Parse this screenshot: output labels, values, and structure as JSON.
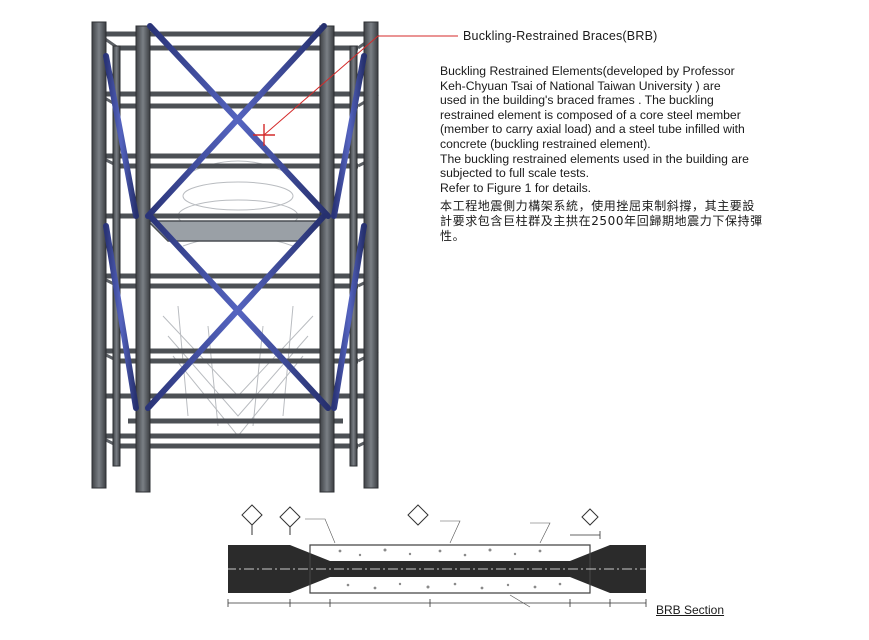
{
  "callout": {
    "label": "Buckling-Restrained Braces(BRB)"
  },
  "description": {
    "lines": [
      "Buckling Restrained Elements(developed by Professor",
      "Keh-Chyuan Tsai of National Taiwan University )  are",
      "used in the building's braced frames . The buckling",
      "restrained element is composed of a core steel member",
      "(member to carry axial load) and a steel tube infilled with",
      "concrete (buckling restrained element).",
      "The buckling restrained elements used in the building are",
      "subjected to full scale tests.",
      "Refer to Figure 1 for details."
    ]
  },
  "chinese_text": {
    "lines": [
      "本工程地震側力構架系統，使用挫屈束制斜撐，其主要設",
      "計要求包含巨柱群及主拱在2500年回歸期地震力下保持彈",
      "性。"
    ]
  },
  "section": {
    "caption": "BRB Section"
  },
  "colors": {
    "steel": "#55595e",
    "brace": "#3c4aa0",
    "callout_line": "#d42a2a",
    "core": "#2b2b2b"
  }
}
